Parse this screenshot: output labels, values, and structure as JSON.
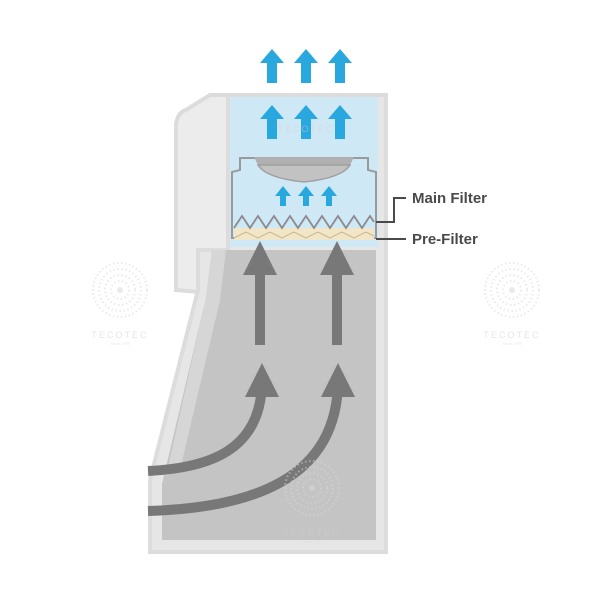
{
  "labels": {
    "main_filter": "Main Filter",
    "pre_filter": "Pre-Filter"
  },
  "watermark": {
    "brand": "TECOTEC",
    "tagline": "Since 1999"
  },
  "colors": {
    "cabinet_outline": "#dcdcdc",
    "cabinet_body": "#c8c8c8",
    "clean_air_zone": "#cfe8f6",
    "blue_arrow": "#29a8e0",
    "dark_arrow": "#787878",
    "filter_zigzag": "#8a8a8a",
    "prefilter_fill": "#f2e6c8",
    "callout_line": "#4a4a4a"
  }
}
